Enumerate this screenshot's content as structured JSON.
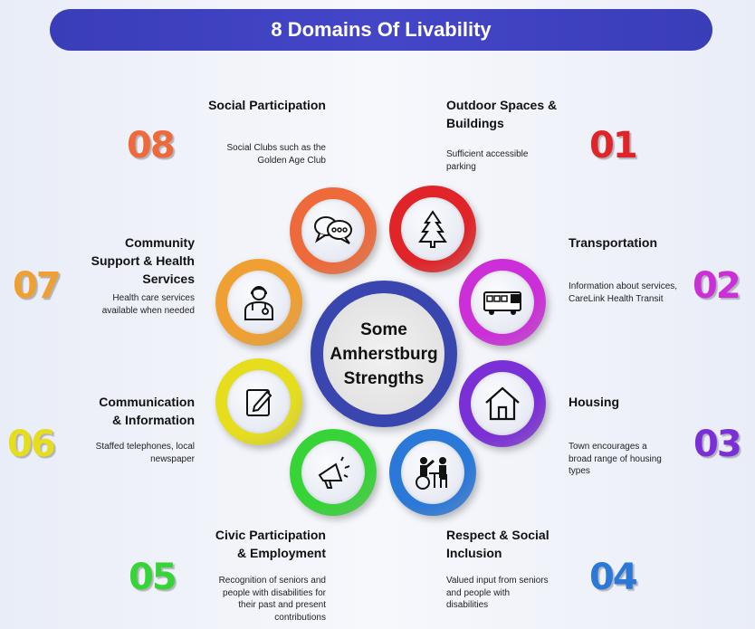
{
  "title": "8 Domains Of Livability",
  "center": [
    "Some",
    "Amherstburg",
    "Strengths"
  ],
  "domains": [
    {
      "num": "01",
      "color": "#e02428",
      "icon": "tree-icon",
      "title": [
        "Outdoor Spaces &",
        "Buildings"
      ],
      "desc": [
        "Sufficient accessible",
        "parking"
      ]
    },
    {
      "num": "02",
      "color": "#cc2fd8",
      "icon": "bus-icon",
      "title": [
        "Transportation"
      ],
      "desc": [
        "Information about services,",
        "CareLink Health Transit"
      ]
    },
    {
      "num": "03",
      "color": "#7b2fd6",
      "icon": "house-icon",
      "title": [
        "Housing"
      ],
      "desc": [
        "Town encourages a",
        "broad range of housing",
        "types"
      ]
    },
    {
      "num": "04",
      "color": "#2a78d8",
      "icon": "people-at-table-icon",
      "title": [
        "Respect & Social",
        "Inclusion"
      ],
      "desc": [
        "Valued input from seniors",
        "and people with",
        "disabilities"
      ]
    },
    {
      "num": "05",
      "color": "#36d436",
      "icon": "megaphone-icon",
      "title": [
        "Civic Participation",
        "& Employment"
      ],
      "desc": [
        "Recognition of seniors and",
        "people with disabilities for",
        "their past and present",
        "contributions"
      ]
    },
    {
      "num": "06",
      "color": "#e6de1c",
      "icon": "edit-note-icon",
      "title": [
        "Communication",
        "& Information"
      ],
      "desc": [
        "Staffed telephones, local",
        "newspaper"
      ]
    },
    {
      "num": "07",
      "color": "#f0a032",
      "icon": "doctor-icon",
      "title": [
        "Community",
        "Support & Health",
        "Services"
      ],
      "desc": [
        "Health care services",
        "available when needed"
      ]
    },
    {
      "num": "08",
      "color": "#ee6a3a",
      "icon": "chat-bubbles-icon",
      "title": [
        "Social Participation"
      ],
      "desc": [
        "Social Clubs such as the",
        "Golden Age Club"
      ]
    }
  ]
}
